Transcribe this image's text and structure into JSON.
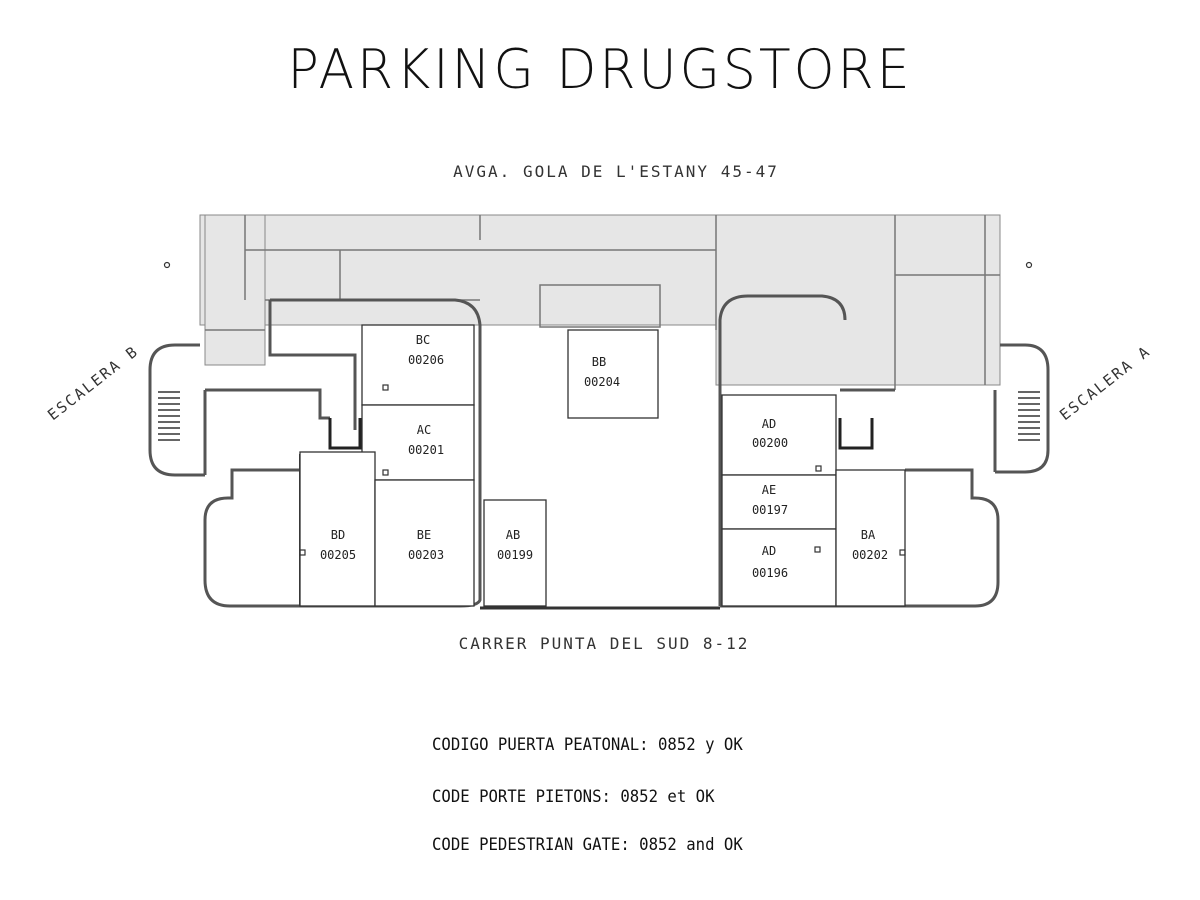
{
  "title": "PARKING DRUGSTORE",
  "street_top": "AVGA. GOLA DE L'ESTANY 45-47",
  "street_bottom": "CARRER PUNTA DEL SUD 8-12",
  "stairs": {
    "left": "ESCALERA B",
    "right": "ESCALERA A"
  },
  "units": [
    {
      "letters": "BC",
      "number": "00206"
    },
    {
      "letters": "BB",
      "number": "00204"
    },
    {
      "letters": "AC",
      "number": "00201"
    },
    {
      "letters": "AD",
      "number": "00200"
    },
    {
      "letters": "AE",
      "number": "00197"
    },
    {
      "letters": "BD",
      "number": "00205"
    },
    {
      "letters": "BE",
      "number": "00203"
    },
    {
      "letters": "AB",
      "number": "00199"
    },
    {
      "letters": "AD",
      "number": "00196"
    },
    {
      "letters": "BA",
      "number": "00202"
    }
  ],
  "codes": [
    "CODIGO PUERTA PEATONAL: 0852 y OK",
    "CODE PORTE PIETONS: 0852 et OK",
    "CODE PEDESTRIAN GATE: 0852 and OK"
  ]
}
